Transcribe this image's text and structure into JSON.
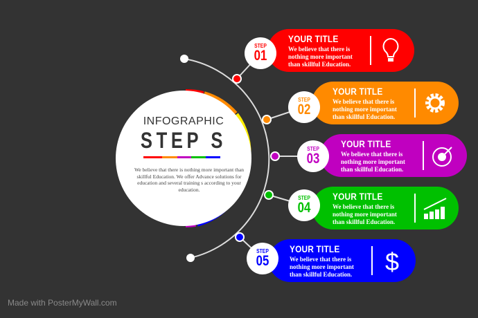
{
  "center": {
    "title": "INFOGRAPHIC",
    "subtitle": "STEP S",
    "description": "We believe that there is nothing more important than skillful Education. We offer Advance solutions for education and several training s according to your education."
  },
  "steps": [
    {
      "label": "STEP",
      "number": "01",
      "title": "YOUR TITLE",
      "description": "We believe that there is nothing more important than skillful Education.",
      "icon": "lightbulb-icon",
      "color": "#ff0000"
    },
    {
      "label": "STEP",
      "number": "02",
      "title": "YOUR TITLE",
      "description": "We believe that there is nothing more important than skillful Education.",
      "icon": "gear-icon",
      "color": "#ff8a00"
    },
    {
      "label": "STEP",
      "number": "03",
      "title": "YOUR TITLE",
      "description": "We believe that there is nothing more important than skillful Education.",
      "icon": "target-icon",
      "color": "#c000c0"
    },
    {
      "label": "STEP",
      "number": "04",
      "title": "YOUR TITLE",
      "description": "We believe that there is nothing more important than skillful Education.",
      "icon": "growth-chart-icon",
      "color": "#00c000"
    },
    {
      "label": "STEP",
      "number": "05",
      "title": "YOUR TITLE",
      "description": "We believe that there is nothing more important than skillful Education.",
      "icon": "dollar-icon",
      "color": "#0000ff"
    }
  ],
  "watermark": "Made with PosterMyWall.com"
}
